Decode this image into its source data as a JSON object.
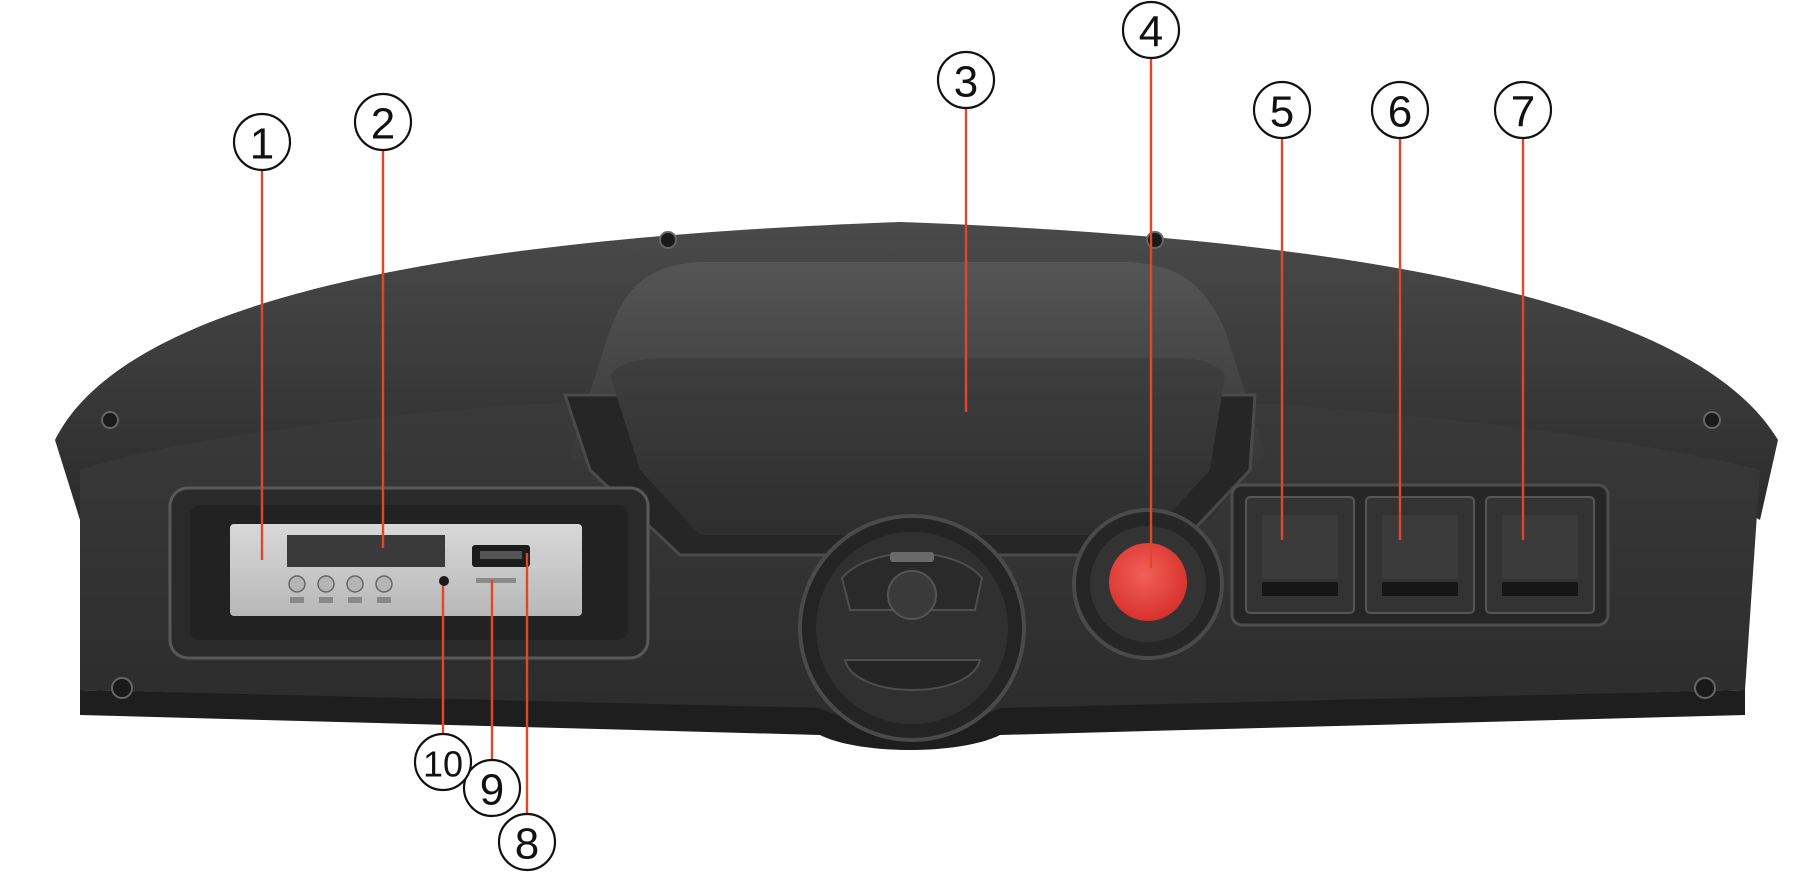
{
  "colors": {
    "dash_dark": "#2a2a2a",
    "dash_mid": "#3c3c3c",
    "dash_light": "#575757",
    "panel_silver": "#c9c9c9",
    "leader_line": "#e0462c",
    "button_red": "#e8403a"
  },
  "callouts": [
    {
      "id": "1",
      "label": "①"
    },
    {
      "id": "2",
      "label": "②"
    },
    {
      "id": "3",
      "label": "③"
    },
    {
      "id": "4",
      "label": "④"
    },
    {
      "id": "5",
      "label": "⑤"
    },
    {
      "id": "6",
      "label": "⑥"
    },
    {
      "id": "7",
      "label": "⑦"
    },
    {
      "id": "8",
      "label": "⑧"
    },
    {
      "id": "9",
      "label": "⑨"
    },
    {
      "id": "10",
      "label": "⑩"
    }
  ]
}
